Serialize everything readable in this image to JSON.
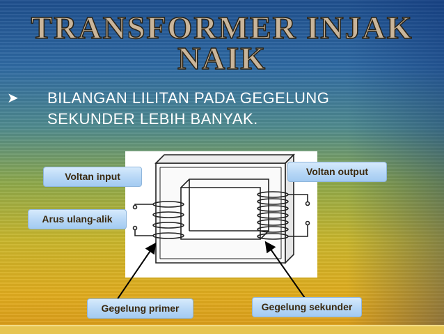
{
  "slide": {
    "title_line1": "TRANSFORMER INJAK",
    "title_line2": "NAIK",
    "bullet_line1": "BILANGAN LILITAN PADA GEGELUNG",
    "bullet_line2": "SEKUNDER LEBIH BANYAK."
  },
  "labels": {
    "voltan_input": "Voltan input",
    "voltan_output": "Voltan output",
    "arus_ulang_alik": "Arus ulang-alik",
    "gegelung_primer": "Gegelung primer",
    "gegelung_sekunder": "Gegelung sekunder"
  },
  "colors": {
    "label_fill": "#b7d7f6",
    "label_text": "#3b2a10",
    "title_text": "#c9b59a",
    "bullet_text": "#ffffff"
  }
}
